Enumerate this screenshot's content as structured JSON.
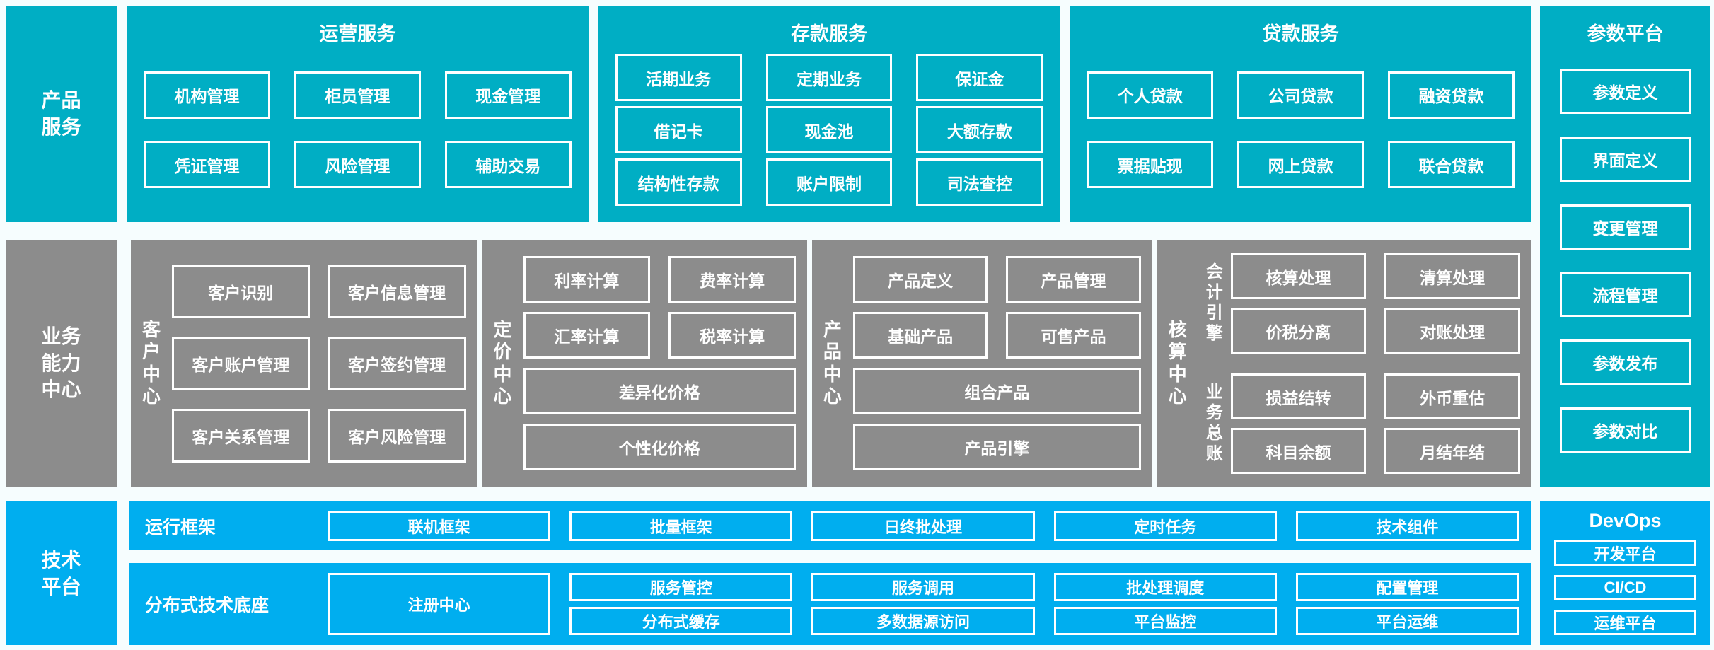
{
  "colors": {
    "teal": "#00AEC4",
    "gray": "#8C8C8C",
    "blue": "#00AEEF",
    "bg": "#F6FDFE",
    "text": "#FFFFFF"
  },
  "left_labels": {
    "products": "产品服务",
    "capabilities": "业务能力中心",
    "tech": "技术平台"
  },
  "product_sections": [
    {
      "title": "运营服务",
      "boxes": [
        "机构管理",
        "柜员管理",
        "现金管理",
        "凭证管理",
        "风险管理",
        "辅助交易"
      ]
    },
    {
      "title": "存款服务",
      "boxes": [
        "活期业务",
        "定期业务",
        "保证金",
        "借记卡",
        "现金池",
        "大额存款",
        "结构性存款",
        "账户限制",
        "司法查控"
      ]
    },
    {
      "title": "贷款服务",
      "boxes": [
        "个人贷款",
        "公司贷款",
        "融资贷款",
        "票据贴现",
        "网上贷款",
        "联合贷款"
      ]
    }
  ],
  "capability_sections": {
    "customer": {
      "title": "客户中心",
      "boxes": [
        "客户识别",
        "客户信息管理",
        "客户账户管理",
        "客户签约管理",
        "客户关系管理",
        "客户风险管理"
      ]
    },
    "pricing": {
      "title": "定价中心",
      "boxes": [
        "利率计算",
        "费率计算",
        "汇率计算",
        "税率计算"
      ],
      "wide_boxes": [
        "差异化价格",
        "个性化价格"
      ]
    },
    "product": {
      "title": "产品中心",
      "boxes": [
        "产品定义",
        "产品管理",
        "基础产品",
        "可售产品"
      ],
      "wide_boxes": [
        "组合产品",
        "产品引擎"
      ]
    },
    "accounting": {
      "title": "核算中心",
      "groups": [
        {
          "label": "会计引擎",
          "boxes": [
            "核算处理",
            "清算处理",
            "价税分离",
            "对账处理"
          ]
        },
        {
          "label": "业务总账",
          "boxes": [
            "损益结转",
            "外币重估",
            "科目余额",
            "月结年结"
          ]
        }
      ]
    }
  },
  "runtime_framework": {
    "title": "运行框架",
    "boxes": [
      "联机框架",
      "批量框架",
      "日终批处理",
      "定时任务",
      "技术组件"
    ]
  },
  "distributed_base": {
    "title": "分布式技术底座",
    "registry": "注册中心",
    "boxes": [
      "服务管控",
      "分布式缓存",
      "服务调用",
      "多数据源访问",
      "批处理调度",
      "平台监控",
      "配置管理",
      "平台运维"
    ]
  },
  "parameter_platform": {
    "title": "参数平台",
    "boxes": [
      "参数定义",
      "界面定义",
      "变更管理",
      "流程管理",
      "参数发布",
      "参数对比"
    ]
  },
  "devops": {
    "title": "DevOps",
    "boxes": [
      "开发平台",
      "CI/CD",
      "运维平台"
    ]
  }
}
